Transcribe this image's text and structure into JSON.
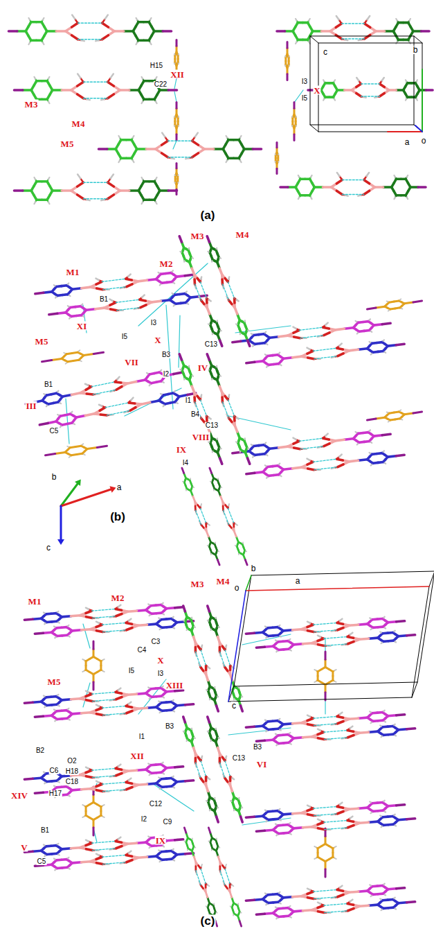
{
  "diagram": {
    "labels": [
      "H15",
      "XII",
      "C22",
      "M3",
      "M4",
      "M5",
      "I3",
      "I5",
      "X",
      "c",
      "b",
      "a",
      "o",
      "(a)",
      "M3",
      "M4",
      "M1",
      "M2",
      "B1",
      "XI",
      "I3",
      "I5",
      "X",
      "M5",
      "C13",
      "VII",
      "B3",
      "IV",
      "I2",
      "B1",
      "III",
      "I1",
      "B4",
      "C13",
      "VIII",
      "IX",
      "C5",
      "I4",
      "b",
      "a",
      "c",
      "(b)",
      "M1",
      "M2",
      "M3",
      "M4",
      "b",
      "o",
      "a",
      "C4",
      "C3",
      "X",
      "I5",
      "I3",
      "XIII",
      "M5",
      "c",
      "B3",
      "I1",
      "B3",
      "B2",
      "XII",
      "C13",
      "VI",
      "C6",
      "O2",
      "H18",
      "C18",
      "XIV",
      "H17",
      "C12",
      "I2",
      "C9",
      "B1",
      "IX",
      "V",
      "C5",
      "(c)"
    ]
  }
}
